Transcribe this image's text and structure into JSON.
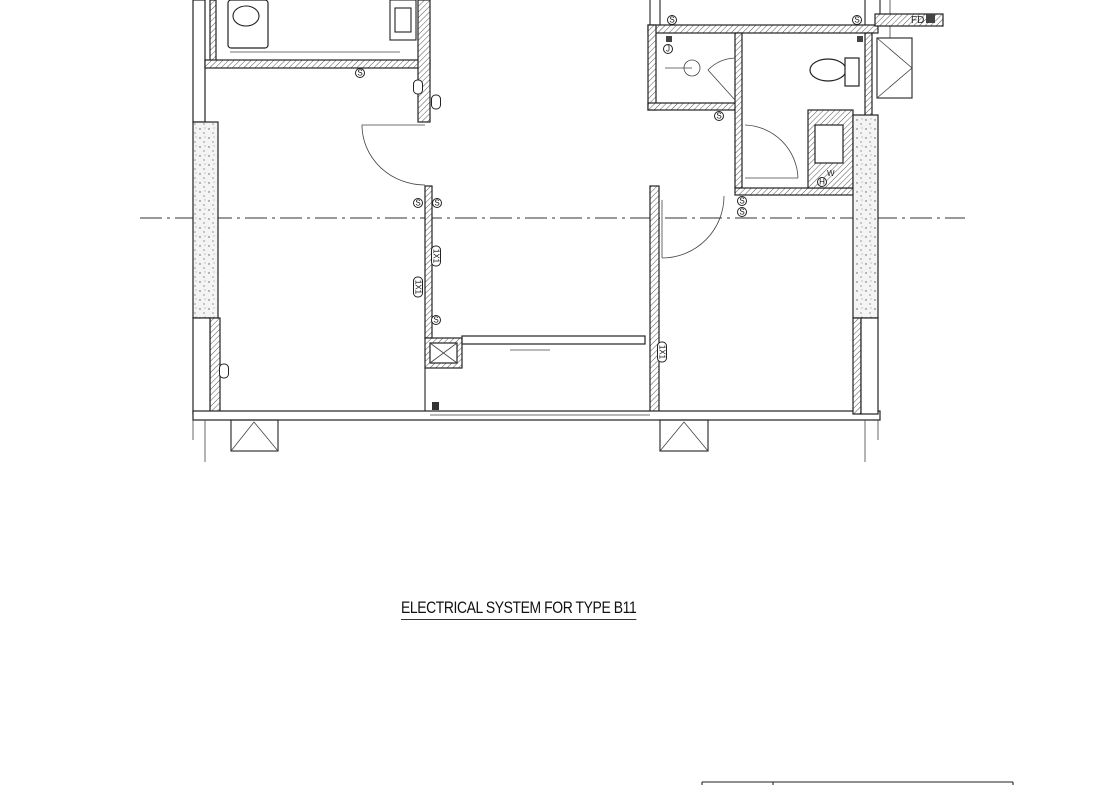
{
  "drawing": {
    "title": "ELECTRICAL SYSTEM FOR TYPE B11",
    "symbols": {
      "switch": "S",
      "junction": "J",
      "heater": "H",
      "water": "W",
      "fan_coil": "1X1",
      "floor_drain": "FD"
    }
  }
}
